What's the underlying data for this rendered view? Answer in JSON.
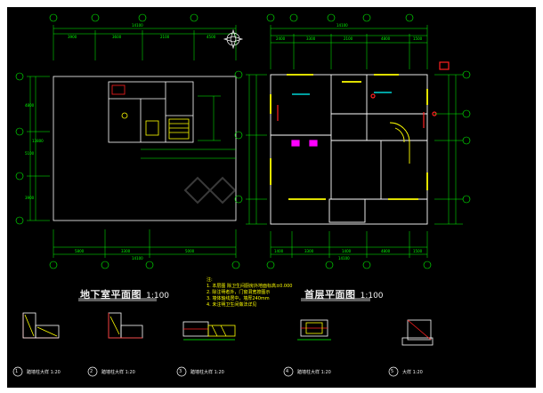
{
  "plans": {
    "basement": {
      "title": "地下室平面图",
      "scale": "1:100"
    },
    "ground": {
      "title": "首层平面图",
      "scale": "1:100"
    }
  },
  "notes": {
    "heading": "注:",
    "lines": [
      "1. 本层图   除卫生间厨房外地面标高±0.000",
      "2. 除注明者外，门窗洞宽按图示",
      "3. 墙体轴线居中，墙厚240mm",
      "4. 未注明卫生间做法详见"
    ]
  },
  "details": [
    {
      "num": "1",
      "label": "踏墙柱大样",
      "scale": "1:20"
    },
    {
      "num": "2",
      "label": "踏墙柱大样",
      "scale": "1:20"
    },
    {
      "num": "3",
      "label": "踏墙柱大样",
      "scale": "1:20"
    },
    {
      "num": "4",
      "label": "踏墙柱大样",
      "scale": "1:20"
    },
    {
      "num": "5",
      "label": "大样",
      "scale": "1:20"
    }
  ],
  "dimensions": {
    "basement_top_total": "14100",
    "basement_top_parts": [
      "3900",
      "3600",
      "2100",
      "4500"
    ],
    "basement_bottom_total": "14100",
    "basement_bottom_parts": [
      "5800",
      "3300",
      "5000"
    ],
    "ground_top_total": "14100",
    "ground_top_parts": [
      "2400",
      "3300",
      "2100",
      "4800",
      "1500"
    ],
    "ground_bottom_total": "14100",
    "ground_bottom_parts": [
      "1400",
      "3300",
      "1400",
      "4800",
      "1500"
    ],
    "left_total": "13800",
    "left_parts": [
      "4800",
      "5100",
      "3900"
    ]
  },
  "colors": {
    "background": "#000000",
    "frame": "#ffffff",
    "dimension": "#00ff00",
    "wall": "#ffffff",
    "accent_yellow": "#ffff00",
    "accent_red": "#ff2020",
    "accent_magenta": "#ff00ff",
    "accent_cyan": "#00ffff"
  },
  "icons": {
    "compass": "north-arrow-icon",
    "grid_bubble": "axis-bubble-icon"
  }
}
